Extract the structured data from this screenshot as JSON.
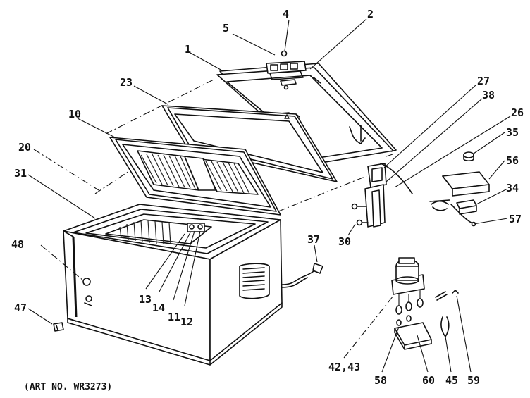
{
  "diagram": {
    "caption": "(ART NO. WR3273)",
    "callouts": {
      "c1": "1",
      "c2": "2",
      "c4": "4",
      "c5": "5",
      "c10": "10",
      "c11": "11",
      "c12": "12",
      "c13": "13",
      "c14": "14",
      "c20": "20",
      "c23": "23",
      "c26": "26",
      "c27": "27",
      "c30": "30",
      "c31": "31",
      "c34": "34",
      "c35": "35",
      "c37": "37",
      "c38": "38",
      "c45": "45",
      "c47": "47",
      "c48": "48",
      "c56": "56",
      "c57": "57",
      "c58": "58",
      "c59": "59",
      "c60": "60",
      "c4243": "42,43"
    }
  }
}
